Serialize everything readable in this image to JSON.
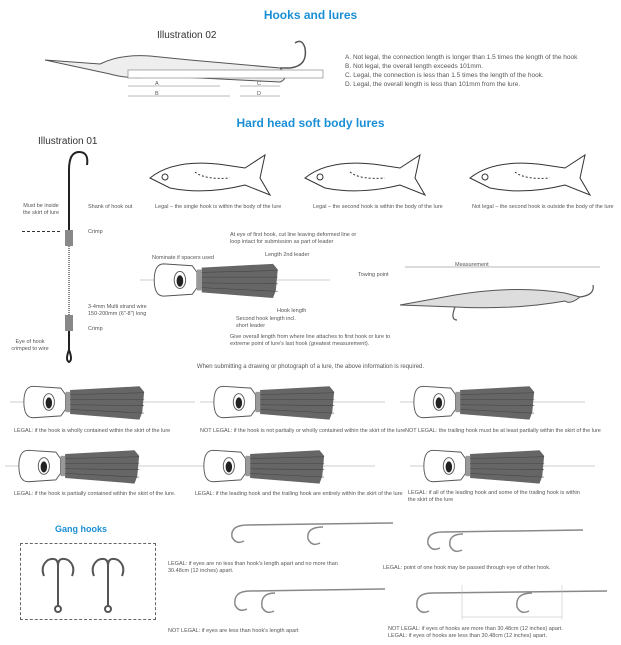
{
  "titles": {
    "hooks_and_lures": "Hooks and lures",
    "hard_head": "Hard head soft body lures",
    "gang_hooks": "Gang hooks"
  },
  "illustration02": {
    "label": "Illustration 02",
    "ruler_letters": [
      "A",
      "B",
      "C",
      "D"
    ],
    "notes": [
      "A.  Not legal, the connection length is longer than 1.5 times the length of the hook",
      "B.  Not legal, the overall length exceeds 101mm.",
      "C.  Legal, the connection is less than 1.5 times the length of the hook.",
      "D.  Legal, the overall length is less than 101mm from the lure."
    ]
  },
  "illustration01": {
    "label": "Illustration 01",
    "must_be_inside": "Must be inside the skirt of lure",
    "shank": "Shank of hook out",
    "crimp": "Crimp",
    "wire": "3-4mm Multi strand wire 150-200mm (6\"-8\") long",
    "crimp2": "Crimp",
    "eye": "Eye of hook crimped to wire"
  },
  "fish_captions": [
    "Legal – the single hook is within the body of the lure",
    "Legal – the second hook is within the body of the lure",
    "Not legal – the second hook is outside the body of the lure"
  ],
  "skirt_diagram": {
    "top": "At eye of first hook, cut line leaving deformed line or loop intact for submission as part of leader",
    "spacers": "Nominate if spacers used",
    "length2": "Length 2nd leader",
    "hook_length": "Hook length",
    "second": "Second hook length incl. short leader",
    "bottom": "Give overall length from where line attaches to first hook or lure to extreme point of lure's last hook (greatest measurement)."
  },
  "measure_diagram": {
    "towing": "Towing point",
    "measurement": "Measurement"
  },
  "submit_note": "When submitting a drawing or photograph of a lure, the above information is required.",
  "skirt_captions": [
    "LEGAL: if the hook is wholly contained within the skirt of the lure",
    "NOT LEGAL: if the hook is not partially or wholly contained within the skirt of the lure",
    "NOT LEGAL: the trailing hook must be at least partially within the skirt of the lure",
    "LEGAL: if the hook is partially contained within the skirt of the lure.",
    "LEGAL: if the leading hook and the trailing hook are entirely within the skirt of the lure",
    "LEGAL: if all of the leading hook and some of the trailing hook is within the skirt of the lure"
  ],
  "gang_captions": [
    "LEGAL: if eyes are no less than hook's length apart and no more than 30.48cm (12 inches) apart.",
    "LEGAL: point of one hook may be passed through eye of other hook.",
    "NOT LEGAL: if eyes are less than hook's length apart",
    "NOT LEGAL: if eyes of hooks are more than 30.48cm (12 inches) apart.",
    "LEGAL: if eyes of hooks are less than 30.48cm (12 inches) apart."
  ]
}
